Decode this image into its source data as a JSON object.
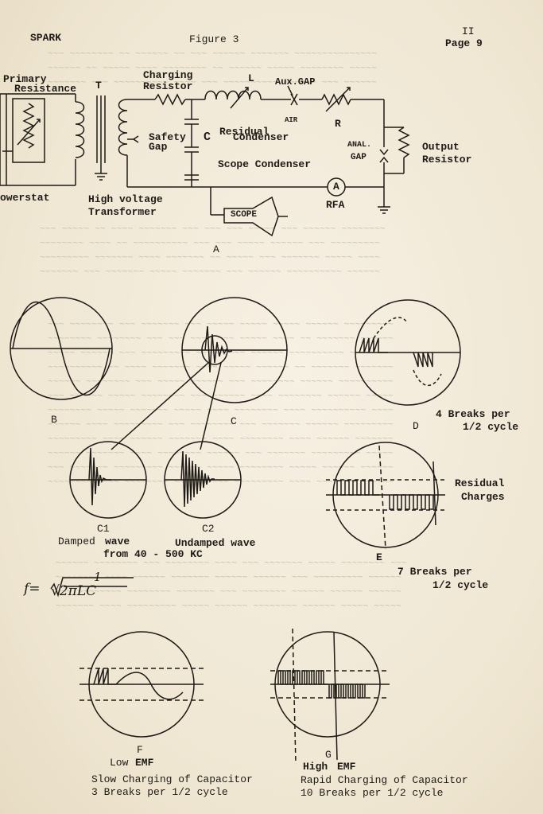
{
  "header": {
    "left": "SPARK",
    "center": "Figure 3",
    "section": "II",
    "page": "Page 9"
  },
  "circuit": {
    "primary": "Primary",
    "resistance": "Resistance",
    "t": "T",
    "charging": "Charging",
    "resistor": "Resistor",
    "l": "L",
    "aux_gap": "Aux.GAP",
    "air": "AIR",
    "residual": "Residual",
    "condenser": "Condenser",
    "r": "R",
    "safety": "Safety",
    "gap": "Gap",
    "c": "C",
    "anal": "ANAL.",
    "gap2": "GAP",
    "output": "Output",
    "output_resistor": "Resistor",
    "scope_condenser": "Scope Condenser",
    "a": "A",
    "owerstat": "owerstat",
    "high_voltage": "High voltage",
    "transformer": "Transformer",
    "rfa": "RFA",
    "scope": "SCOPE",
    "caption": "A"
  },
  "scopes": {
    "b": "B",
    "c": "C",
    "d": "D",
    "d_note_1": "4 Breaks per",
    "d_note_2": "1/2 cycle",
    "c1": "C1",
    "c2": "C2",
    "c1_note_1": "Damped",
    "c1_note_w": "wave",
    "c1_note_2": "from 40 - 500 KC",
    "c2_note": "Undamped wave",
    "e": "E",
    "e_note_1": "Residual",
    "e_note_2": "Charges",
    "e_note_3": "7 Breaks per",
    "e_note_4": "1/2 cycle",
    "formula_lhs": "f=",
    "formula_num": "1",
    "formula_den": "√2πLC",
    "f": "F",
    "g": "G",
    "f_emf_1": "Low",
    "f_emf_2": "EMF",
    "g_emf_1": "High",
    "g_emf_2": "EMF",
    "f_caption_1": "Slow Charging of Capacitor",
    "f_caption_2": "3 Breaks per 1/2 cycle",
    "g_caption_1": "Rapid Charging of Capacitor",
    "g_caption_2": "10 Breaks per 1/2 cycle"
  },
  "colors": {
    "ink": "#1e1a16",
    "paper": "#f3ecdc",
    "bleed": "#cdc3ad"
  }
}
